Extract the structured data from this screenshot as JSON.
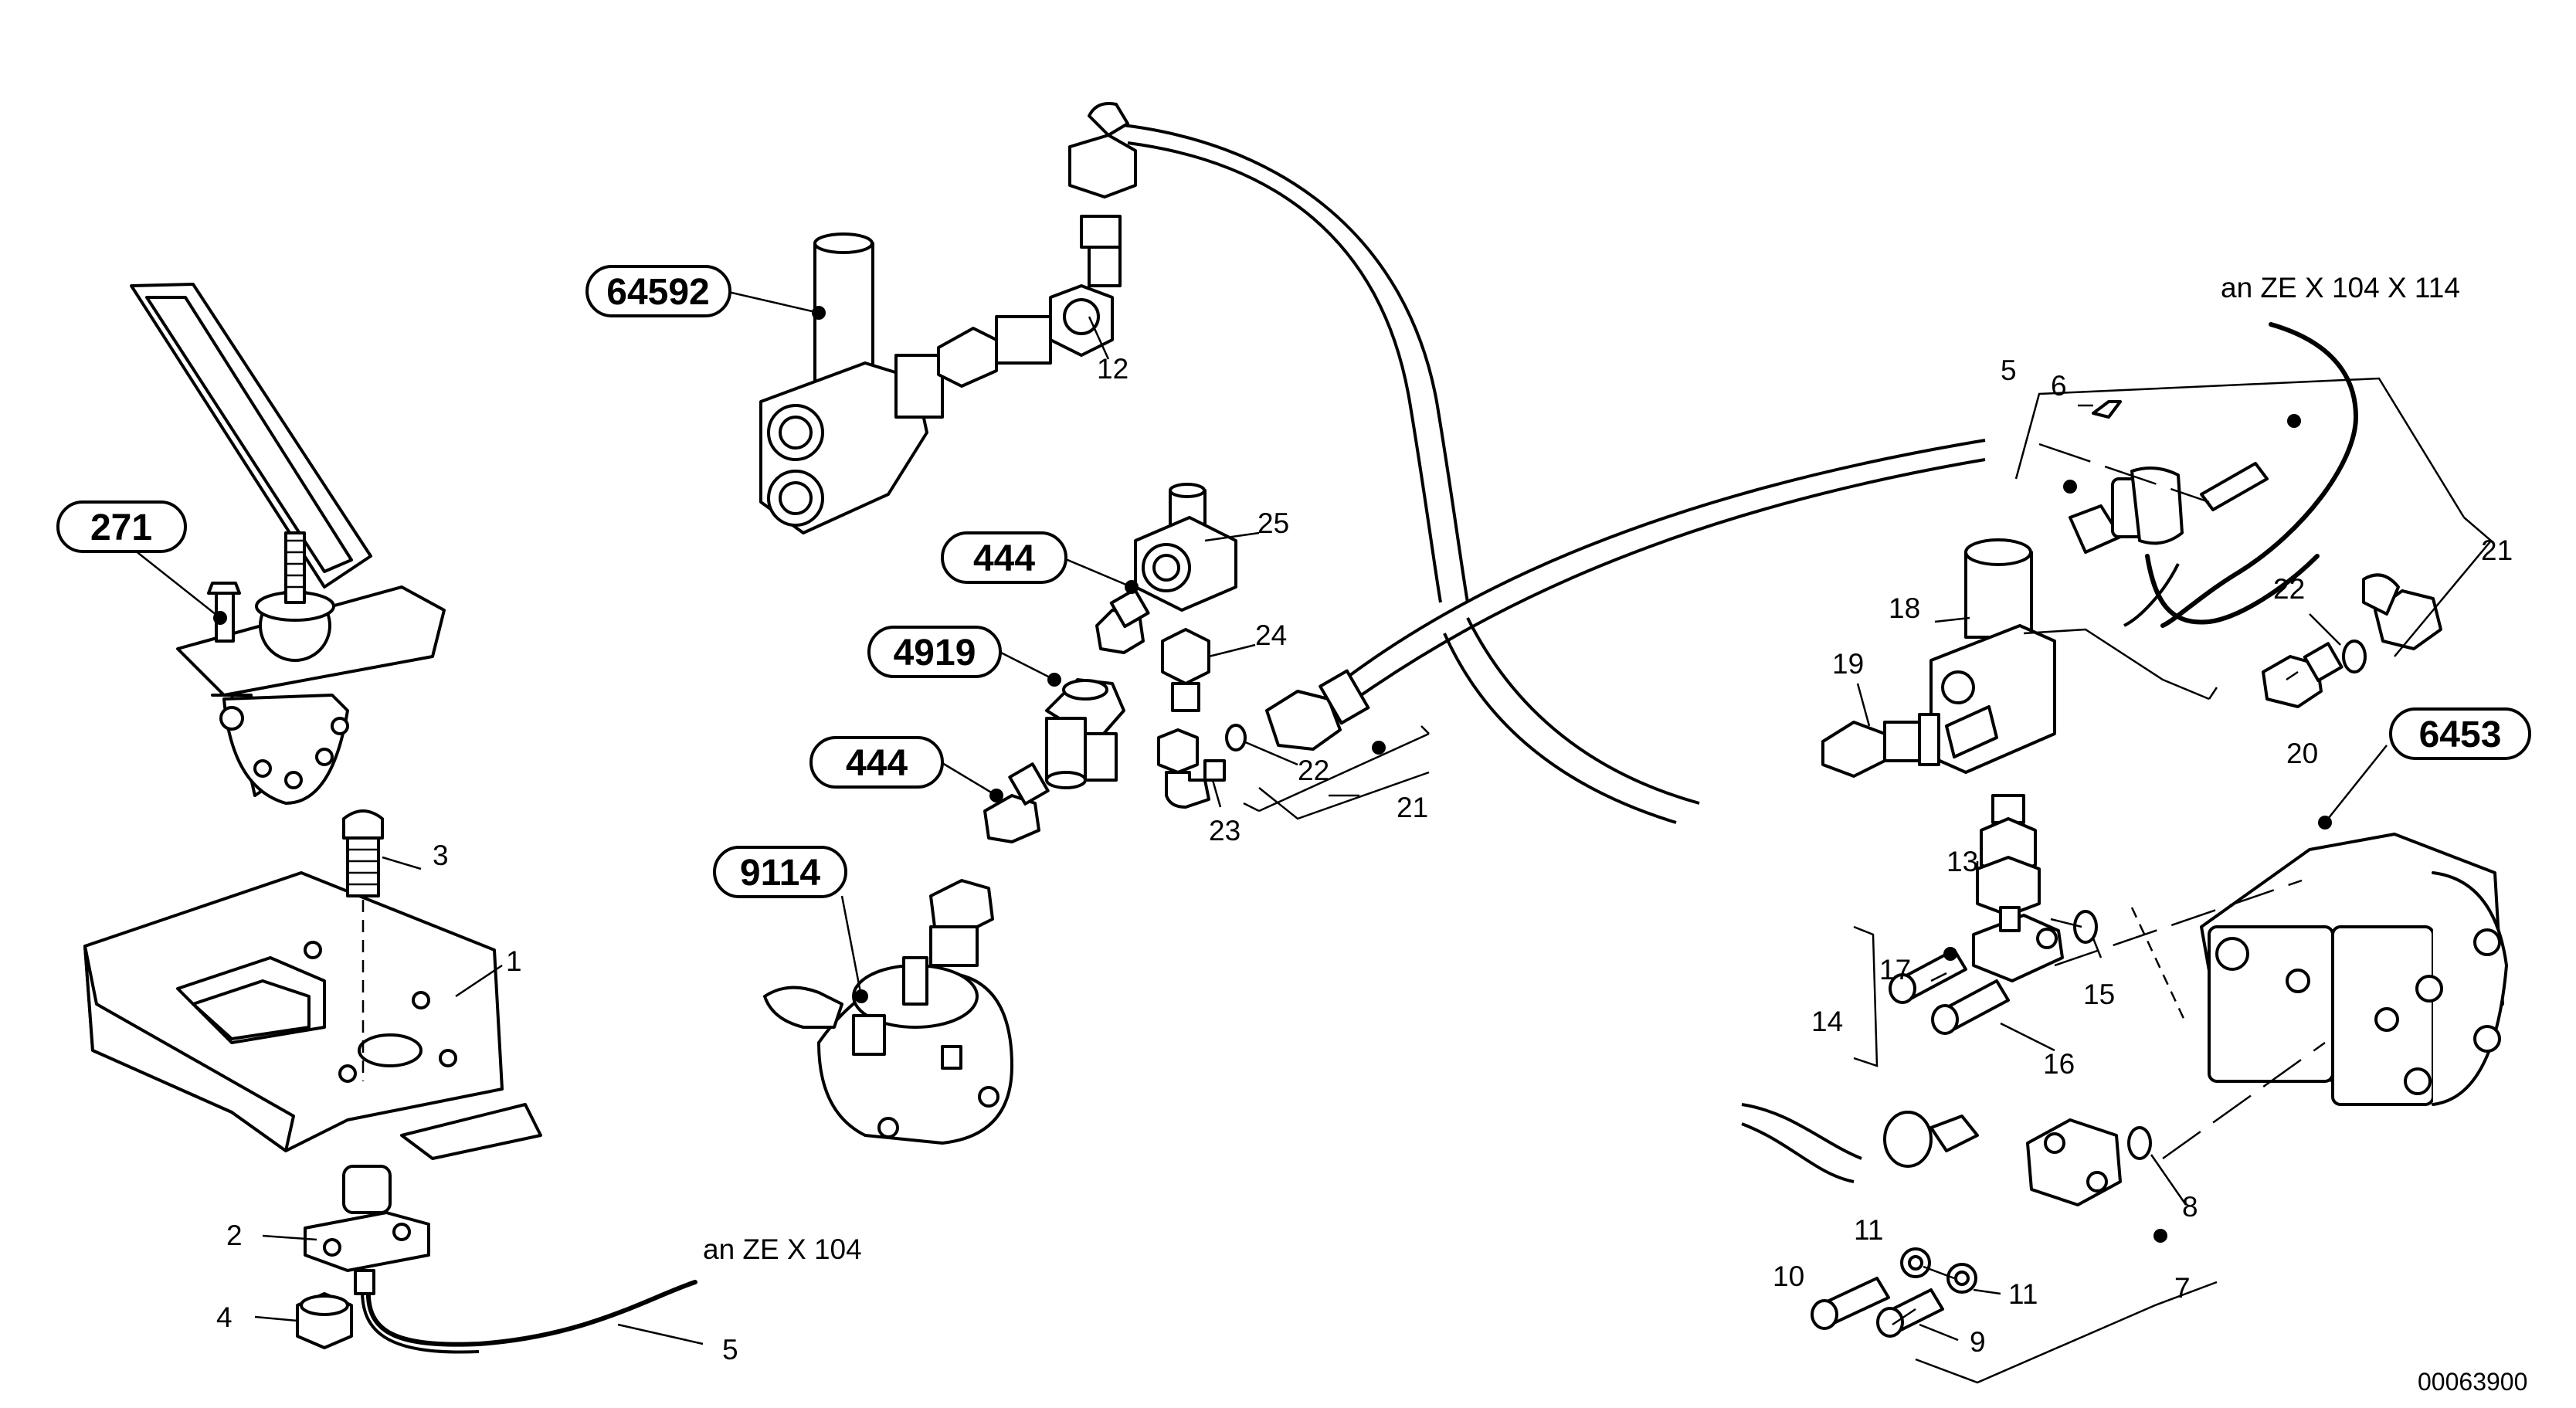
{
  "references": {
    "r271": "271",
    "r64592": "64592",
    "r444a": "444",
    "r4919": "4919",
    "r444b": "444",
    "r9114": "9114",
    "r6453": "6453"
  },
  "labels": {
    "p1": "1",
    "p2": "2",
    "p3": "3",
    "p4": "4",
    "p5a": "5",
    "p5b": "5",
    "p6": "6",
    "p7": "7",
    "p8": "8",
    "p9": "9",
    "p10": "10",
    "p11a": "11",
    "p11b": "11",
    "p12": "12",
    "p13": "13",
    "p14": "14",
    "p15": "15",
    "p16": "16",
    "p17": "17",
    "p18": "18",
    "p19": "19",
    "p20": "20",
    "p21a": "21",
    "p21b": "21",
    "p22a": "22",
    "p22b": "22",
    "p23": "23",
    "p24": "24",
    "p25": "25"
  },
  "notes": {
    "connect_top": "an  ZE  X 104  X 114",
    "connect_bottom": "an  ZE  X 104"
  },
  "drawing_number": "00063900"
}
